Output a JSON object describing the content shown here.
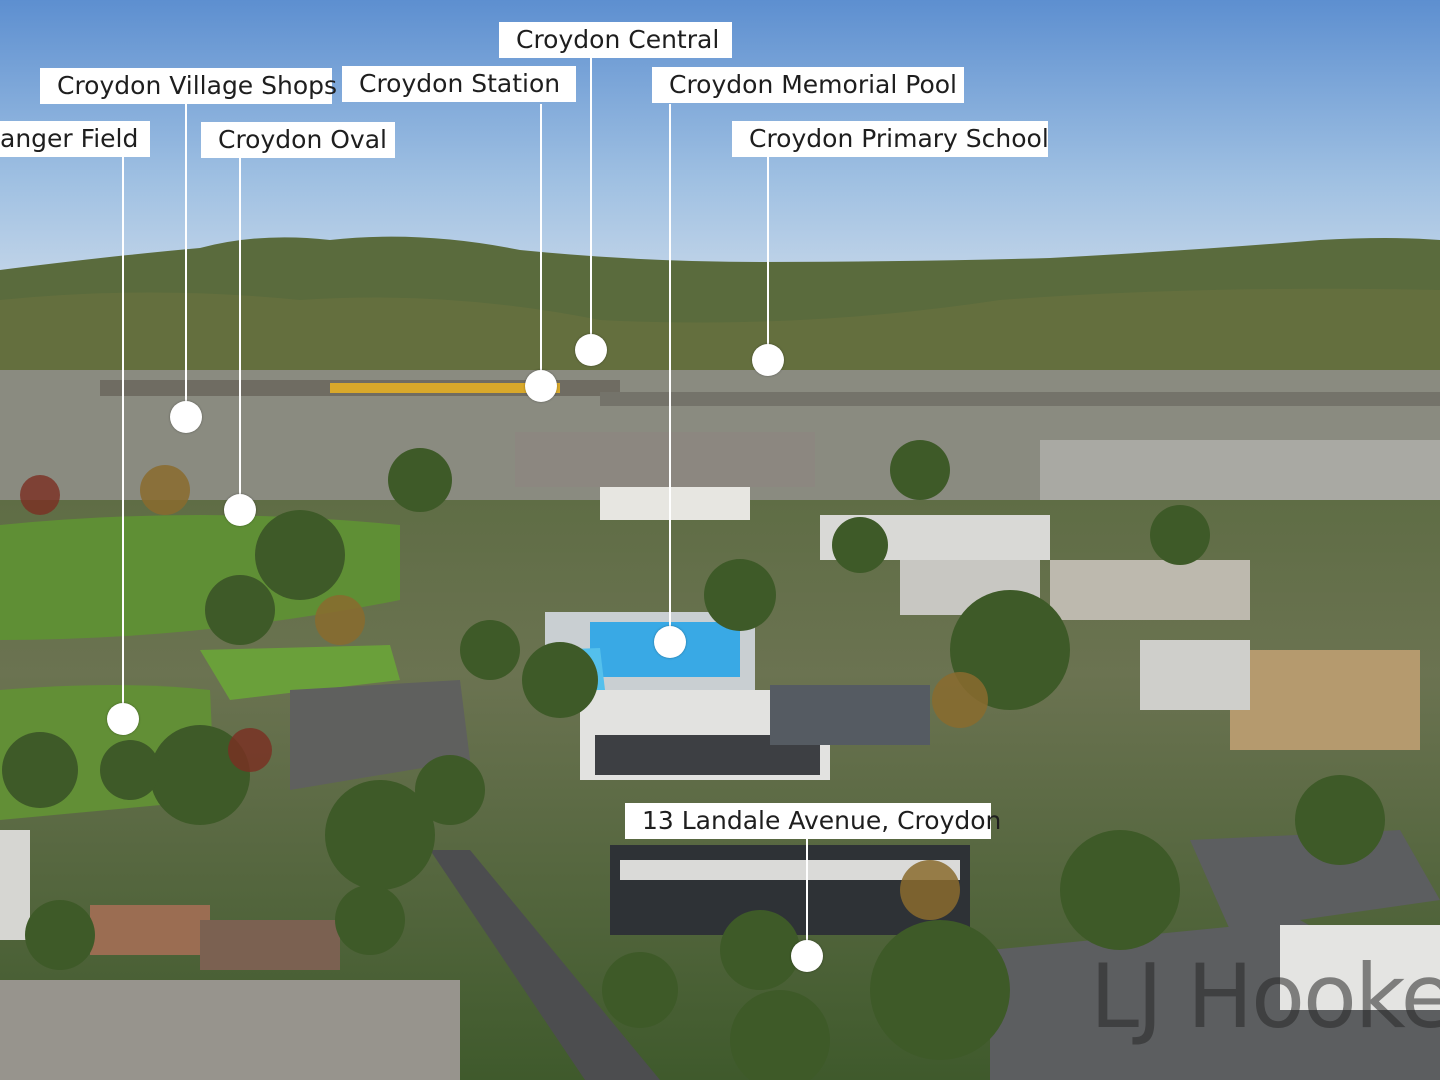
{
  "photo": {
    "watermark": "LJ Hooker"
  },
  "callouts": [
    {
      "id": "croydon-central",
      "label": "Croydon Central"
    },
    {
      "id": "croydon-village-shops",
      "label": "Croydon Village Shops"
    },
    {
      "id": "croydon-station",
      "label": "Croydon Station"
    },
    {
      "id": "croydon-memorial-pool",
      "label": "Croydon Memorial Pool"
    },
    {
      "id": "ranger-field",
      "label": "anger Field"
    },
    {
      "id": "croydon-oval",
      "label": "Croydon Oval"
    },
    {
      "id": "croydon-primary-school",
      "label": "Croydon Primary School"
    },
    {
      "id": "subject-property",
      "label": "13 Landale Avenue, Croydon"
    }
  ],
  "colors": {
    "sky": "#8fb3d9",
    "label_bg": "#ffffff",
    "label_text": "#1e1e1e",
    "foliage": "#4f6a35",
    "pool": "#3aa6e0"
  }
}
